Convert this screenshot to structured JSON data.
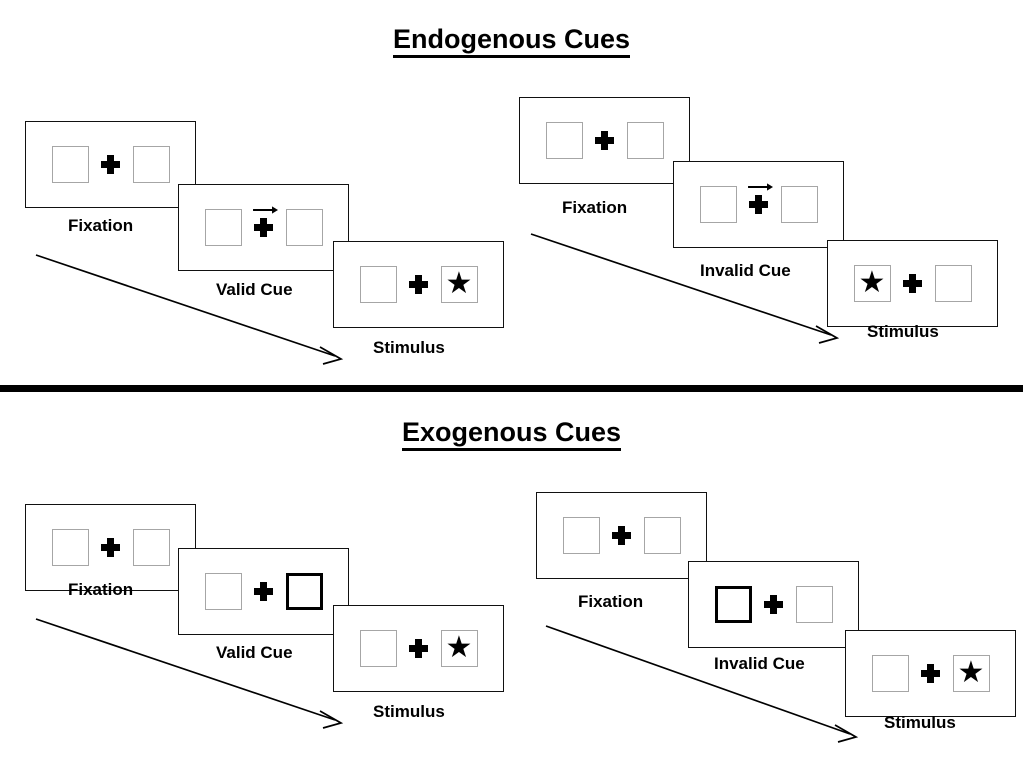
{
  "sections": [
    {
      "id": "endogenous",
      "title": "Endogenous Cues",
      "cue_type": "arrow",
      "trials": [
        {
          "id": "endogenous-valid",
          "condition": "valid",
          "frames": [
            {
              "label": "Fixation",
              "stage": "fixation",
              "cue_side": "none",
              "cue_arrow": false,
              "target_side": "none"
            },
            {
              "label": "Valid Cue",
              "stage": "cue",
              "cue_side": "right",
              "cue_arrow": true,
              "target_side": "none"
            },
            {
              "label": "Stimulus",
              "stage": "stimulus",
              "cue_side": "none",
              "cue_arrow": false,
              "target_side": "right"
            }
          ]
        },
        {
          "id": "endogenous-invalid",
          "condition": "invalid",
          "frames": [
            {
              "label": "Fixation",
              "stage": "fixation",
              "cue_side": "none",
              "cue_arrow": false,
              "target_side": "none"
            },
            {
              "label": "Invalid Cue",
              "stage": "cue",
              "cue_side": "right",
              "cue_arrow": true,
              "target_side": "none"
            },
            {
              "label": "Stimulus",
              "stage": "stimulus",
              "cue_side": "none",
              "cue_arrow": false,
              "target_side": "left"
            }
          ]
        }
      ]
    },
    {
      "id": "exogenous",
      "title": "Exogenous Cues",
      "cue_type": "box-flash",
      "trials": [
        {
          "id": "exogenous-valid",
          "condition": "valid",
          "frames": [
            {
              "label": "Fixation",
              "stage": "fixation",
              "cue_side": "none",
              "cue_arrow": false,
              "target_side": "none"
            },
            {
              "label": "Valid Cue",
              "stage": "cue",
              "cue_side": "right",
              "cue_arrow": false,
              "target_side": "none"
            },
            {
              "label": "Stimulus",
              "stage": "stimulus",
              "cue_side": "none",
              "cue_arrow": false,
              "target_side": "right"
            }
          ]
        },
        {
          "id": "exogenous-invalid",
          "condition": "invalid",
          "frames": [
            {
              "label": "Fixation",
              "stage": "fixation",
              "cue_side": "none",
              "cue_arrow": false,
              "target_side": "none"
            },
            {
              "label": "Invalid Cue",
              "stage": "cue",
              "cue_side": "left",
              "cue_arrow": false,
              "target_side": "none"
            },
            {
              "label": "Stimulus",
              "stage": "stimulus",
              "cue_side": "none",
              "cue_arrow": false,
              "target_side": "right"
            }
          ]
        }
      ]
    }
  ],
  "glyphs": {
    "target": "★",
    "fixation": "fixation-cross",
    "cue_arrow": "right-arrow"
  },
  "colors": {
    "ink": "#000000",
    "frame_border": "#111111",
    "box_border": "#a6a6a6",
    "cued_box_border": "#000000",
    "background": "#ffffff"
  }
}
